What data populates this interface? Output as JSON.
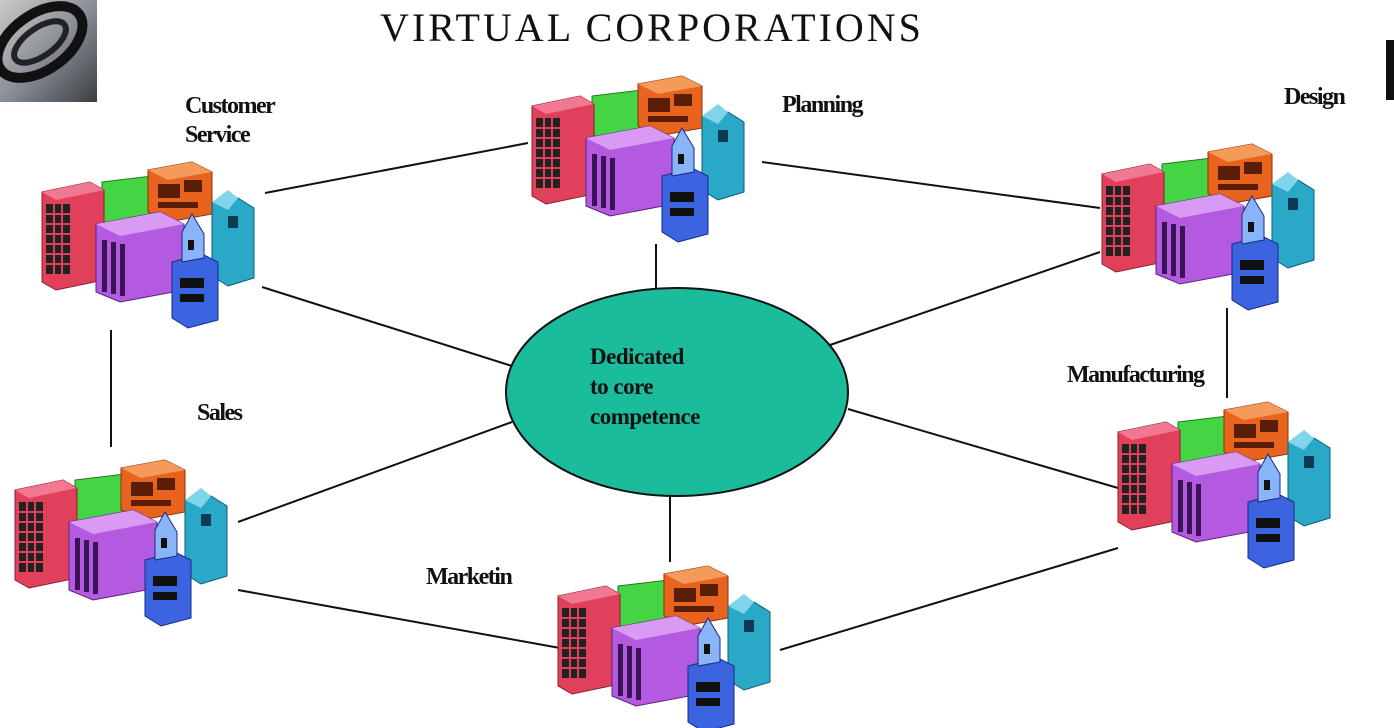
{
  "title": "VIRTUAL CORPORATIONS",
  "hub": {
    "lines": [
      "Dedicated",
      "to core",
      "competence"
    ],
    "color": "#1abc9c"
  },
  "nodes": [
    {
      "id": "customer-service",
      "label_lines": [
        "Customer",
        "Service"
      ]
    },
    {
      "id": "planning",
      "label_lines": [
        "Planning"
      ]
    },
    {
      "id": "design",
      "label_lines": [
        "Design"
      ]
    },
    {
      "id": "manufacturing",
      "label_lines": [
        "Manufacturing"
      ]
    },
    {
      "id": "marketing",
      "label_lines": [
        "Marketin"
      ]
    },
    {
      "id": "sales",
      "label_lines": [
        "Sales"
      ]
    }
  ],
  "icons": {
    "building": "office-buildings-icon",
    "logo": "globe-logo-icon"
  },
  "colors": {
    "tower_red": "#e0405a",
    "block_green": "#44d444",
    "block_orange": "#e8641e",
    "block_purple": "#b45ae0",
    "tower_cyan": "#2aa8c8",
    "tower_blue": "#3c64e0"
  }
}
